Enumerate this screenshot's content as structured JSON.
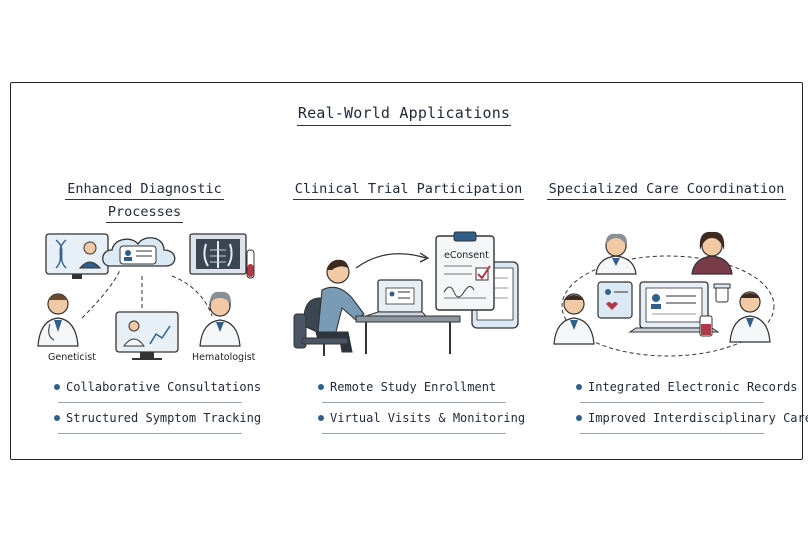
{
  "title": "Real-World Applications",
  "columns": [
    {
      "heading_line1": "Enhanced Diagnostic",
      "heading_line2": "Processes",
      "labels": [
        "Geneticist",
        "Hematologist"
      ],
      "bullets": [
        "Collaborative Consultations",
        "Structured Symptom Tracking"
      ]
    },
    {
      "heading_line1": "Clinical Trial Participation",
      "heading_line2": "",
      "labels": [
        "eConsent"
      ],
      "bullets": [
        "Remote Study Enrollment",
        "Virtual Visits & Monitoring"
      ]
    },
    {
      "heading_line1": "Specialized Care Coordination",
      "heading_line2": "",
      "labels": [],
      "bullets": [
        "Integrated Electronic Records",
        "Improved Interdisciplinary Care"
      ]
    }
  ],
  "colors": {
    "accent_blue": "#2f5f8a",
    "skin": "#f1c9a5",
    "cloud": "#dbe9f5",
    "red": "#b23a48"
  }
}
